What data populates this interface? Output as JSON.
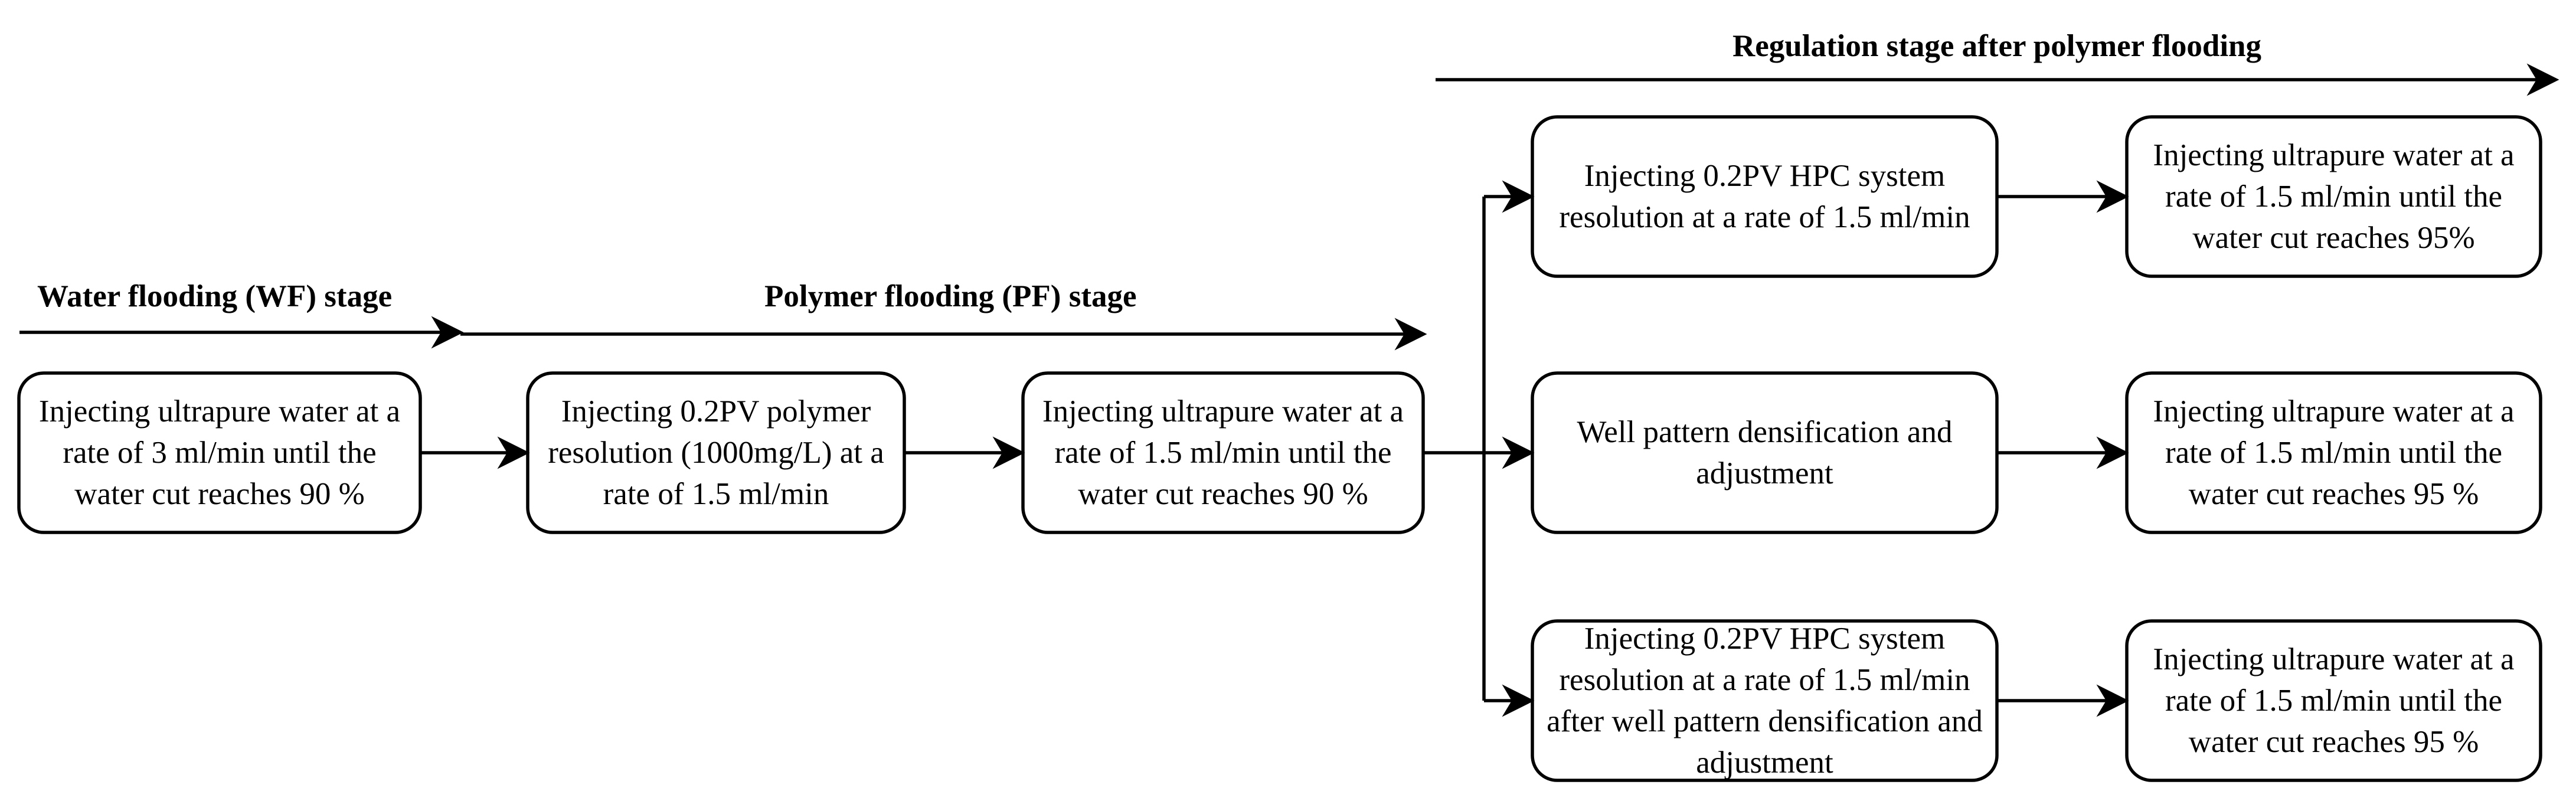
{
  "stages": {
    "wf": "Water flooding (WF) stage",
    "pf": "Polymer flooding (PF)  stage",
    "reg": "Regulation stage after polymer flooding"
  },
  "nodes": {
    "wf_water": "Injecting ultrapure water at a rate of 3 ml/min until the water cut reaches 90 %",
    "pf_polymer": "Injecting 0.2PV  polymer resolution (1000mg/L) at a rate of 1.5 ml/min",
    "pf_water": "Injecting ultrapure water at a rate of 1.5 ml/min until the water cut reaches 90 %",
    "hpc": "Injecting 0.2PV  HPC system resolution at a rate of 1.5 ml/min",
    "hpc_water": "Injecting ultrapure water at a rate of 1.5 ml/min until the water cut reaches 95%",
    "well": "Well pattern densification and adjustment",
    "well_water": "Injecting ultrapure water at a rate of 1.5 ml/min until the water cut reaches 95 %",
    "hpc_well": "Injecting 0.2PV  HPC system resolution at a rate of 1.5 ml/min after well pattern densification and adjustment",
    "hpc_well_water": "Injecting ultrapure water at a rate of 1.5 ml/min until the water cut reaches 95 %"
  }
}
